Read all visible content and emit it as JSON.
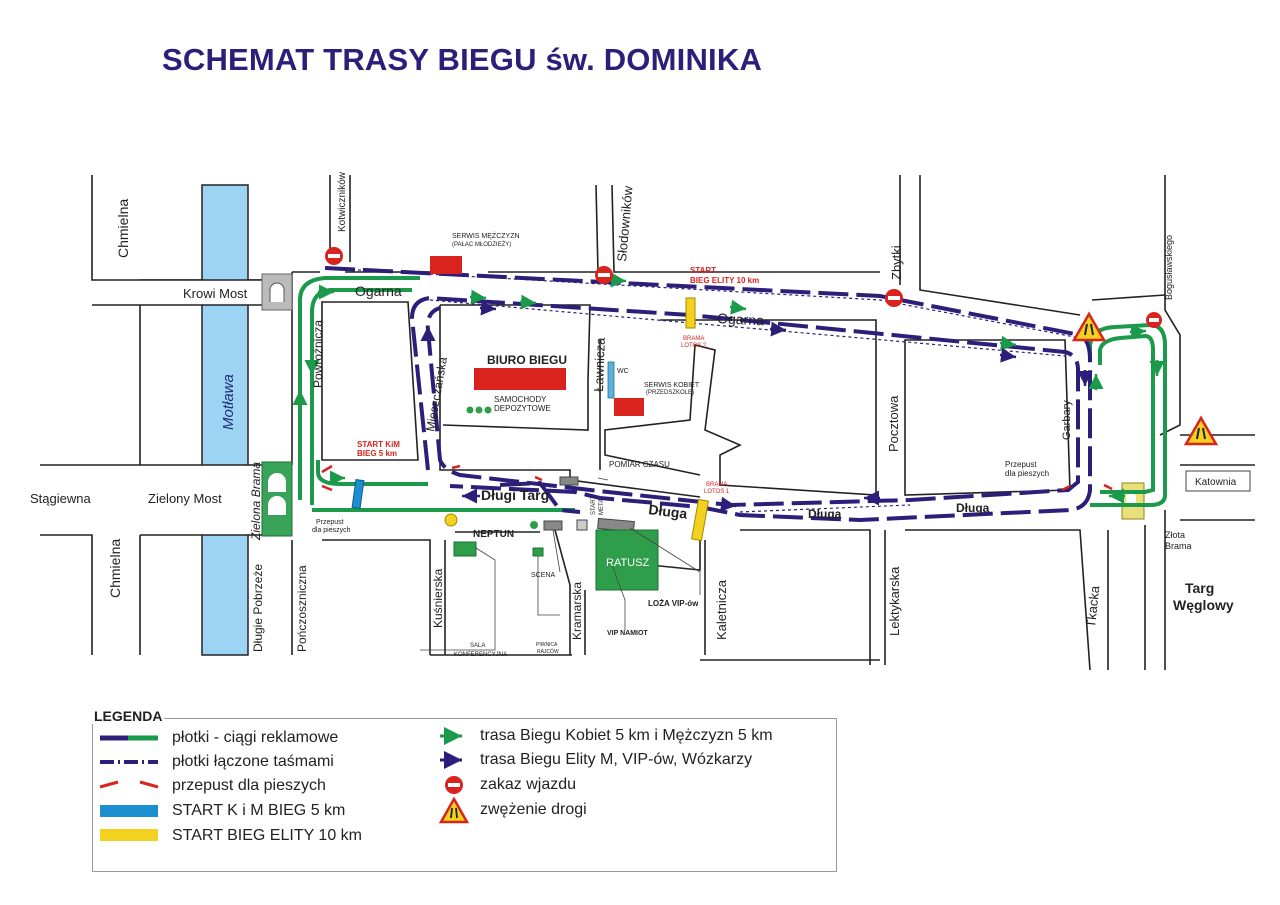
{
  "title": "SCHEMAT TRASY BIEGU św. DOMINIKA",
  "colors": {
    "title": "#2b1f7a",
    "river": "#9dd3f3",
    "route_green": "#1a9a4a",
    "route_navy": "#2b1f7a",
    "start_blue": "#1b8fd0",
    "start_yellow": "#f2d21e",
    "red_box": "#d8231f",
    "green_box": "#2e9e4b",
    "gray_box": "#8c8c8c",
    "road_line": "#222222"
  },
  "streets": {
    "chmielna_top": "Chmielna",
    "chmielna_bottom": "Chmielna",
    "krowi_most": "Krowi Most",
    "motlawa": "Motława",
    "stagiewna": "Stągiewna",
    "zielony_most": "Zielony Most",
    "zielona_brama": "Zielona Brama",
    "dlugie_pobrzeze": "Długie Pobrzeże",
    "kotwicznikow": "Kotwiczników",
    "powroznicza": "Powroźnicza",
    "ogarna_left": "Ogarna",
    "ogarna_mid": "Ogarna",
    "mieszczanska": "Mieszczańska",
    "slodownikow": "Słodowników",
    "lawnicza": "Ławnicza",
    "zbytki": "Zbytki",
    "boguslawskiego": "Bogusławskiego",
    "pocztowa": "Pocztowa",
    "garbary": "Garbary",
    "dlugi_targ": "Długi Targ",
    "dluga_1": "Długa",
    "dluga_2": "Długa",
    "dluga_3": "Długa",
    "ponczoszniczna": "Pończoszniczna",
    "kusnierska": "Kuśnierska",
    "kramarska": "Kramarska",
    "kaletnicza": "Kaletnicza",
    "lektykarska": "Lektykarska",
    "tkacka": "Tkacka",
    "targ_weglowy_1": "Targ",
    "targ_weglowy_2": "Węglowy",
    "katownia": "Katownia",
    "zlota_brama_1": "Złota",
    "zlota_brama_2": "Brama"
  },
  "places": {
    "serwis_mezczyzn_1": "SERWIS MĘŻCZYZN",
    "serwis_mezczyzn_2": "(PAŁAC MŁODZIEŻY)",
    "biuro_biegu": "BIURO BIEGU",
    "samochody_1": "SAMOCHODY",
    "samochody_2": "DEPOZYTOWE",
    "wc": "WC",
    "serwis_kobiet_1": "SERWIS KOBIET",
    "serwis_kobiet_2": "(PRZEDSZKOLE)",
    "start_elity_1": "START",
    "start_elity_2": "BIEG ELITY 10 km",
    "brama_lotos2_1": "BRAMA",
    "brama_lotos2_2": "LOTOS 2",
    "start_kim_1": "START KiM",
    "start_kim_2": "BIEG  5 km",
    "pomiar_czasu": "POMIAR CZASU",
    "brama_lotos1_1": "BRAMA",
    "brama_lotos1_2": "LOTOS 1",
    "start_label": "START",
    "meta_label": "META",
    "przepust_left_1": "Przepust",
    "przepust_left_2": "dla pieszych",
    "przepust_right_1": "Przepust",
    "przepust_right_2": "dla pieszych",
    "neptun": "NEPTUN",
    "ratusz": "RATUSZ",
    "scena": "SCENA",
    "loza_vip": "LOŻA VIP-ów",
    "vip_namiot": "VIP NAMIOT",
    "sala_1": "SALA",
    "sala_2": "KONFERENCYJNA",
    "piwnica_1": "PIWNICA",
    "piwnica_2": "RAJCÓW"
  },
  "legend": {
    "title": "LEGENDA",
    "items_left": [
      "płotki - ciągi reklamowe",
      "płotki łączone taśmami",
      "przepust dla pieszych",
      "START K i M BIEG 5 km",
      "START BIEG ELITY 10 km"
    ],
    "items_right": [
      "trasa Biegu Kobiet 5 km i Mężczyzn 5 km",
      "trasa Biegu Elity M, VIP-ów, Wózkarzy",
      "zakaz wjazdu",
      "zwężenie drogi"
    ]
  }
}
